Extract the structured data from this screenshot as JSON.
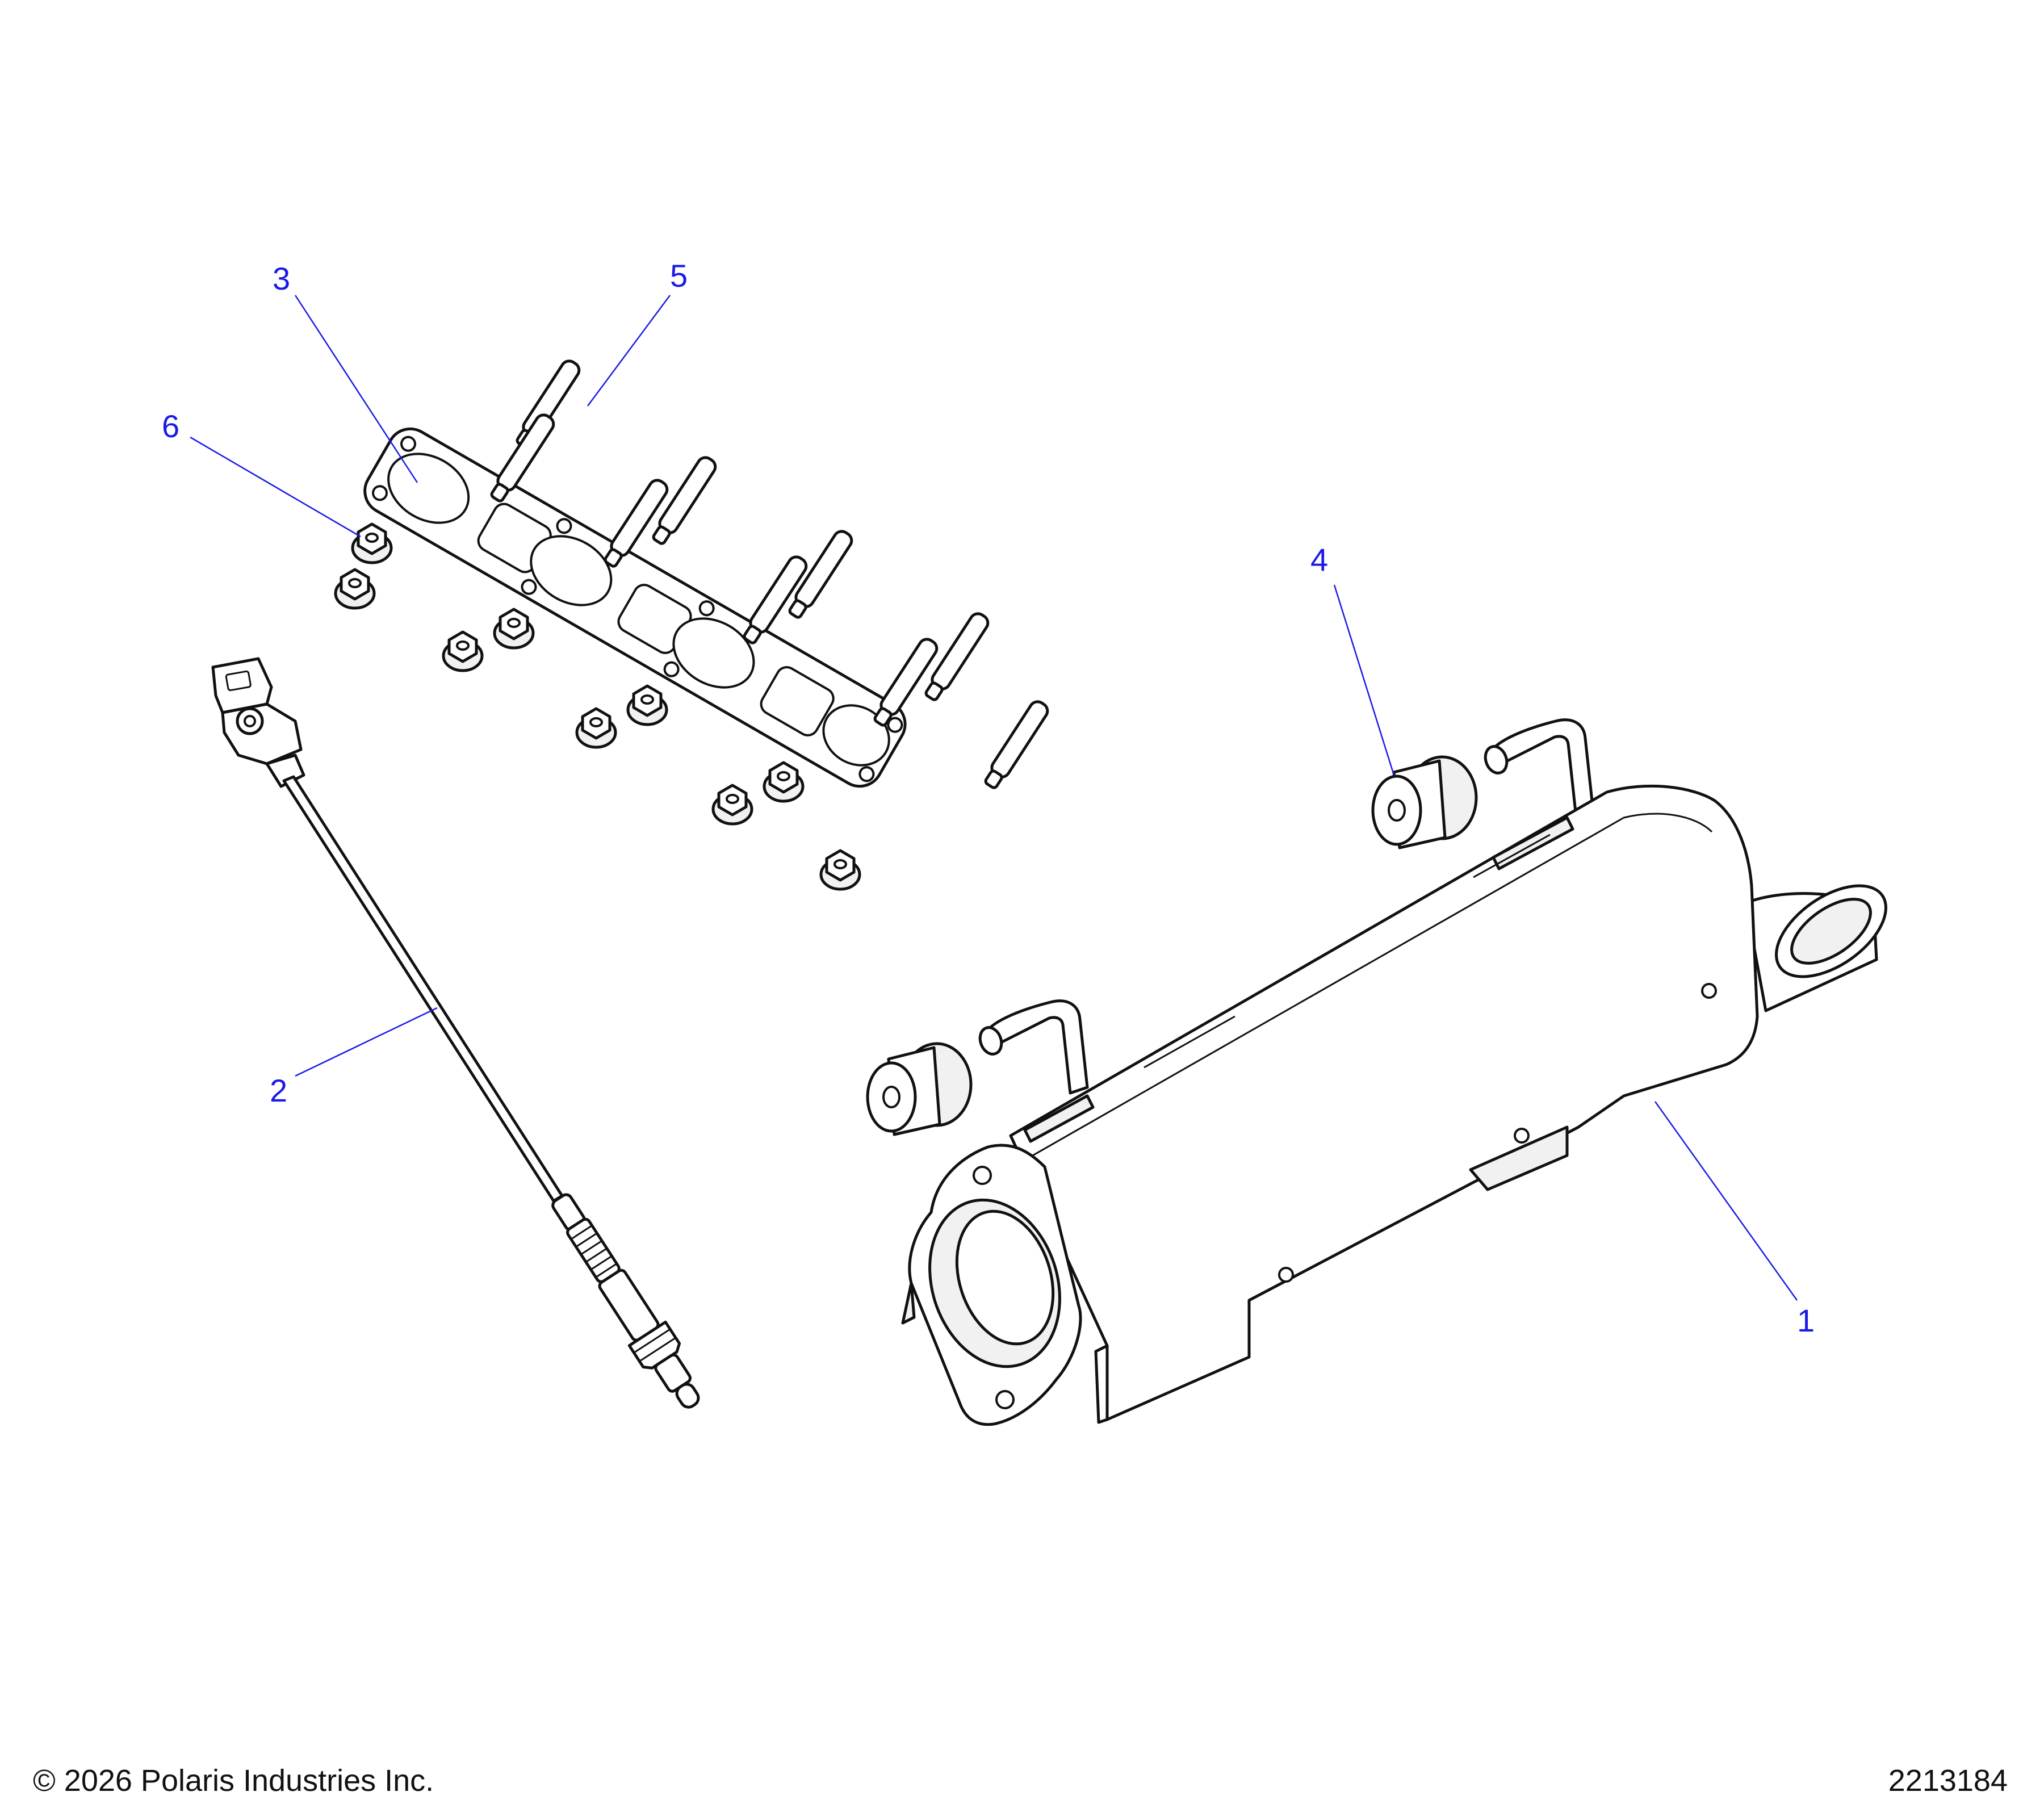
{
  "callouts": [
    {
      "number": "1"
    },
    {
      "number": "2"
    },
    {
      "number": "3"
    },
    {
      "number": "4"
    },
    {
      "number": "5"
    },
    {
      "number": "6"
    }
  ],
  "footer": {
    "copyright": "© 2026 Polaris Industries Inc.",
    "diagram_number": "2213184"
  },
  "colors": {
    "callout": "#1a1ae6",
    "line_art": "#111111",
    "background": "#ffffff"
  }
}
